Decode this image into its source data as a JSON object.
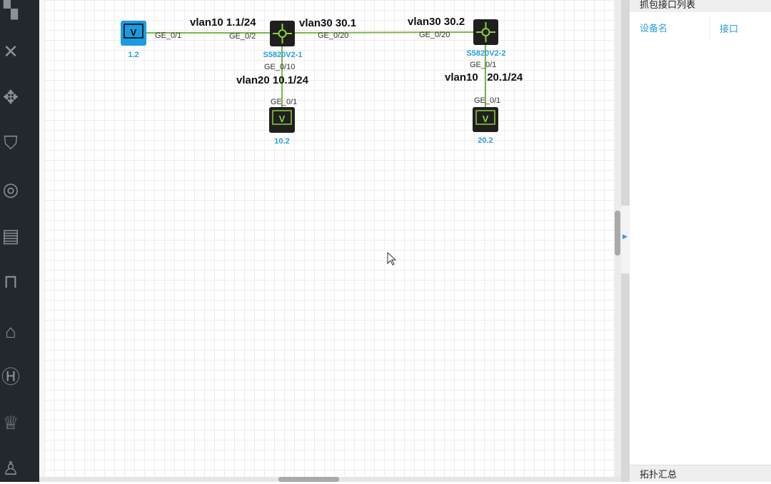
{
  "sidebar": {
    "icons": [
      "device-pixel-icon",
      "cross-arrows-icon",
      "router-icon",
      "shield-icon",
      "wifi-icon",
      "server-icon",
      "ethernet-port-icon",
      "home-icon",
      "h-logo-icon",
      "trophy-icon",
      "user-icon"
    ]
  },
  "topology": {
    "devices": [
      {
        "name": "1.2",
        "type": "pc",
        "selected": true
      },
      {
        "name": "S5820V2-1",
        "type": "switch"
      },
      {
        "name": "S5820V2-2",
        "type": "switch"
      },
      {
        "name": "10.2",
        "type": "pc"
      },
      {
        "name": "20.2",
        "type": "pc"
      }
    ],
    "ports": {
      "pc1": "GE_0/1",
      "sw1_left": "GE_0/2",
      "sw1_right": "GE_0/20",
      "sw2_left": "GE_0/20",
      "sw1_down": "GE_0/10",
      "pc10": "GE_0/1",
      "sw2_down": "GE_0/1",
      "pc20": "GE_0/1"
    },
    "annotations": {
      "a1": "vlan10 1.1/24",
      "a2": "vlan30 30.1",
      "a3": "vlan30 30.2",
      "a4": "vlan20 10.1/24",
      "a5": "vlan10   20.1/24"
    },
    "link_color": "#7ab648"
  },
  "panel": {
    "title": "抓包接口列表",
    "columns": [
      "设备名",
      "接口"
    ],
    "summary": "拓扑汇总"
  }
}
